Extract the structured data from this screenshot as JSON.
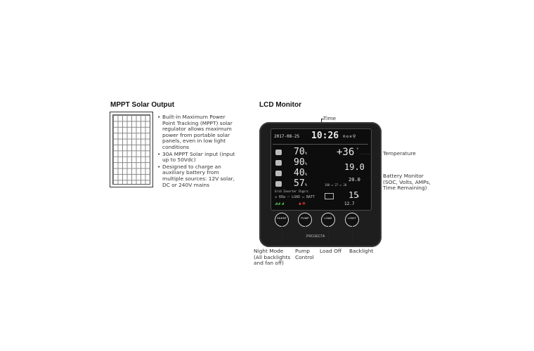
{
  "left_section": {
    "title": "MPPT Solar Output",
    "bullets": [
      "Built-in Maximum Power Point Tracking (MPPT) solar regulator allows maximum power from portable solar panels, even in low light conditions",
      "30A MPPT Solar input (input up to 50Vdc)",
      "Designed to charge an auxiliary battery from multiple sources: 12V solar, DC or 240V mains"
    ]
  },
  "right_section": {
    "title": "LCD Monitor",
    "callouts": {
      "time": "Time",
      "temperature": "Temperature",
      "battery_monitor": [
        "Battery Monitor",
        "(SOC, Volts, AMPs,",
        "Time Remaining)"
      ],
      "night_mode": [
        "Night Mode",
        "(All backlights",
        "and fan off)"
      ],
      "pump_control": [
        "Pump",
        "Control"
      ],
      "load_off": "Load Off",
      "backlight": "Backlight"
    },
    "device": {
      "date": "2017-08-25",
      "clock": "10:26",
      "temperature": "+36",
      "levels": [
        "70",
        "90",
        "40",
        "57"
      ],
      "percent": "%",
      "battery_soc": "19.0",
      "battery_volts": "12.7",
      "battery_time": "20.0",
      "battery_amps": "15",
      "status_labels": [
        "Grid",
        "Inverter",
        "Chgsrc"
      ],
      "buttons": [
        "SILENT",
        "PUMP",
        "LOAD",
        "LIGHT"
      ],
      "brand": "PROJECTA"
    }
  }
}
